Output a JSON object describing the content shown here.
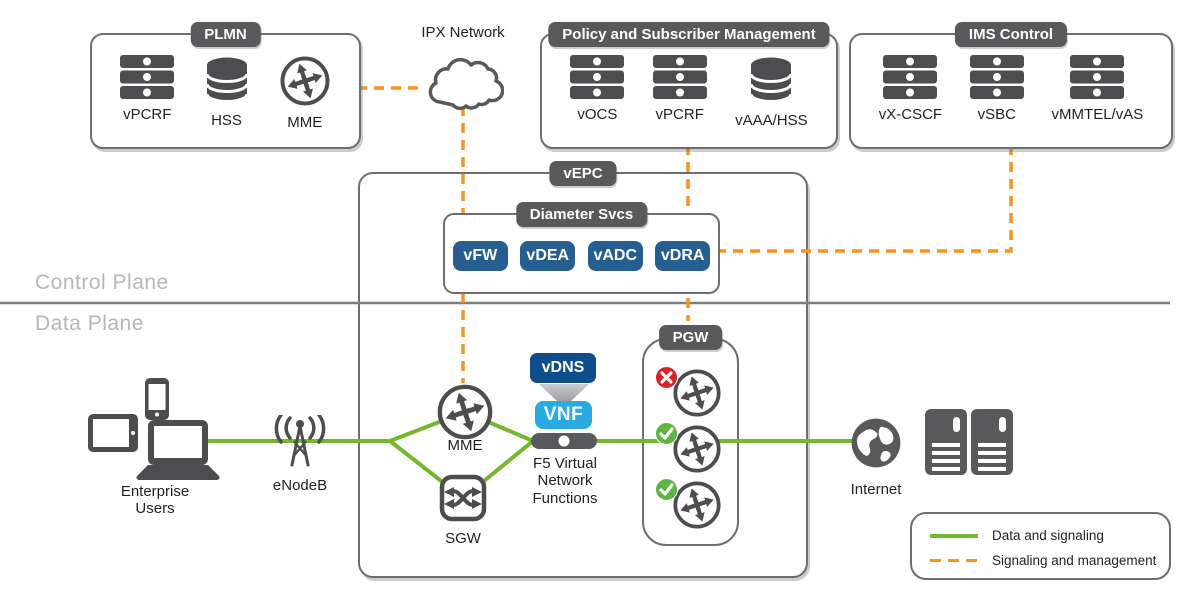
{
  "palette": {
    "dark_gray": "#58595b",
    "icon_gray": "#4d4d4f",
    "border_gray": "#6d6e71",
    "green": "#75b72d",
    "orange": "#f7941e",
    "blue": "#275e90",
    "navy": "#0e4e8b",
    "cyan": "#29abe2",
    "red": "#d2232a",
    "check_green": "#5fb445",
    "plane_text": "#b4b6b8"
  },
  "planes": {
    "control": "Control Plane",
    "data": "Data Plane"
  },
  "groups": {
    "plmn": {
      "title": "PLMN",
      "items": [
        {
          "label": "vPCRF",
          "icon": "server-icon"
        },
        {
          "label": "HSS",
          "icon": "database-icon"
        },
        {
          "label": "MME",
          "icon": "router-icon"
        }
      ]
    },
    "ipx": {
      "title": "IPX Network"
    },
    "psm": {
      "title": "Policy and Subscriber Management",
      "items": [
        {
          "label": "vOCS",
          "icon": "server-icon"
        },
        {
          "label": "vPCRF",
          "icon": "server-icon"
        },
        {
          "label": "vAAA/HSS",
          "icon": "database-icon"
        }
      ]
    },
    "ims": {
      "title": "IMS Control",
      "items": [
        {
          "label": "vX-CSCF",
          "icon": "server-icon"
        },
        {
          "label": "vSBC",
          "icon": "server-icon"
        },
        {
          "label": "vMMTEL/vAS",
          "icon": "server-icon"
        }
      ]
    },
    "vepc": {
      "title": "vEPC"
    },
    "diameter": {
      "title": "Diameter Svcs",
      "services": [
        "vFW",
        "vDEA",
        "vADC",
        "vDRA"
      ]
    },
    "pgw": {
      "title": "PGW",
      "instances": [
        {
          "status": "error"
        },
        {
          "status": "ok"
        },
        {
          "status": "ok"
        }
      ]
    }
  },
  "nodes": {
    "mme": "MME",
    "sgw": "SGW",
    "vdns": "vDNS",
    "vnf": "VNF",
    "f5": "F5 Virtual Network Functions",
    "enterprise": "Enterprise Users",
    "enodeb": "eNodeB",
    "internet": "Internet"
  },
  "legend": {
    "items": [
      {
        "label": "Data and signaling",
        "style": "solid-green"
      },
      {
        "label": "Signaling and management",
        "style": "dashed-orange"
      }
    ]
  }
}
